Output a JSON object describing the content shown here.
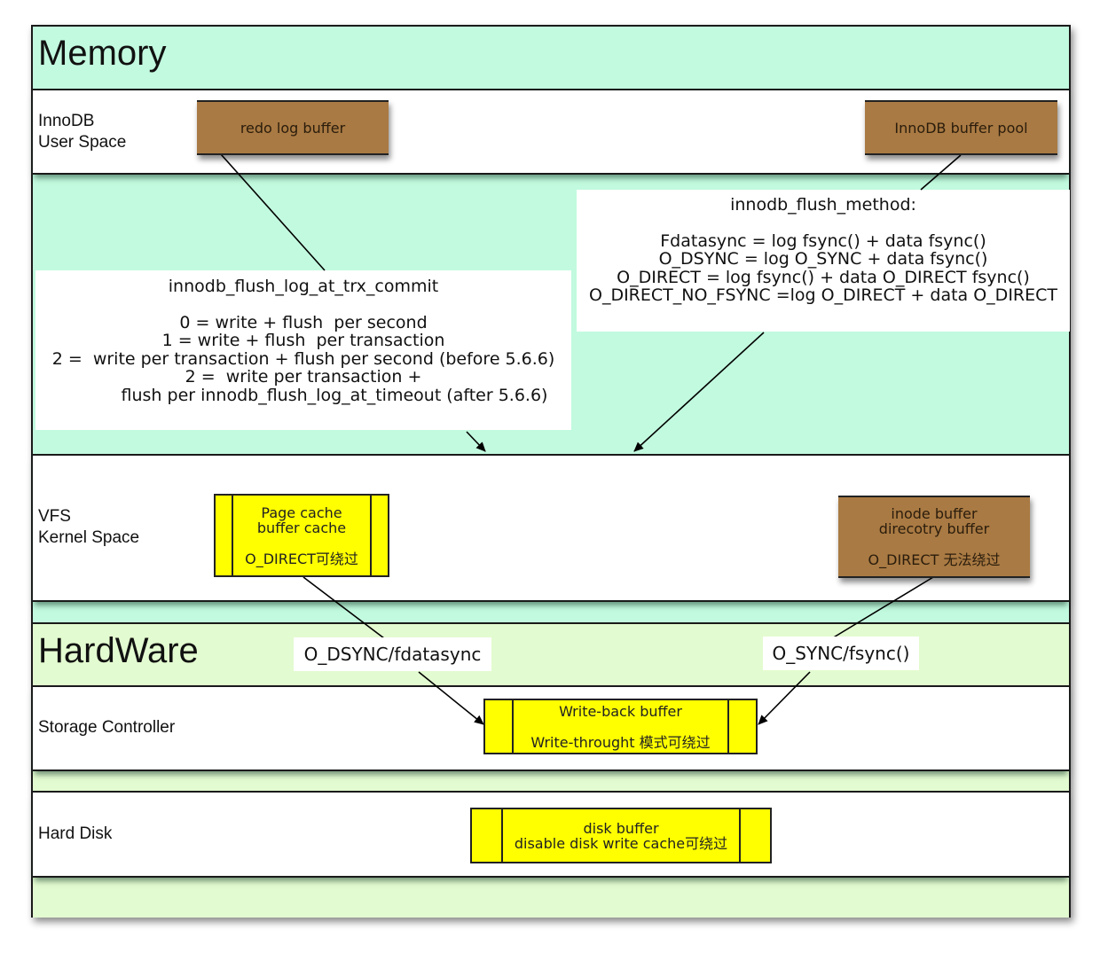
{
  "layers": {
    "memory": {
      "title": "Memory"
    },
    "innodb": {
      "line1": "InnoDB",
      "line2": "User Space"
    },
    "vfs": {
      "line1": "VFS",
      "line2": "Kernel Space"
    },
    "hardware": {
      "title": "HardWare"
    },
    "storage_controller": {
      "label": "Storage Controller"
    },
    "hard_disk": {
      "label": "Hard Disk"
    }
  },
  "boxes": {
    "redo_log_buffer": {
      "label": "redo log buffer"
    },
    "innodb_buffer_pool": {
      "label": "InnoDB buffer pool"
    },
    "page_cache": {
      "line1": "Page cache",
      "line2": "buffer cache",
      "line3": "O_DIRECT可绕过"
    },
    "inode_buffer": {
      "line1": "inode buffer",
      "line2": "direcotry buffer",
      "line3": "O_DIRECT 无法绕过"
    },
    "write_back_buffer": {
      "line1": "Write-back buffer",
      "line2": "Write-throught 模式可绕过"
    },
    "disk_buffer": {
      "line1": "disk buffer",
      "line2": "disable disk write cache可绕过"
    }
  },
  "notes": {
    "flush_log_at_trx_commit": {
      "title": "innodb_flush_log_at_trx_commit",
      "lines": [
        "0 = write + flush  per second",
        "1 = write + flush  per transaction",
        "2 =  write per transaction + flush per second (before 5.6.6)",
        "2 =  write per transaction +",
        "flush per innodb_flush_log_at_timeout (after 5.6.6)"
      ]
    },
    "flush_method": {
      "title": "innodb_flush_method:",
      "lines": [
        "Fdatasync = log fsync() + data fsync()",
        "O_DSYNC = log O_SYNC + data fsync()",
        "O_DIRECT = log fsync() + data O_DIRECT fsync()",
        "O_DIRECT_NO_FSYNC =log O_DIRECT + data O_DIRECT"
      ]
    },
    "o_dsync": {
      "label": "O_DSYNC/fdatasync"
    },
    "o_sync": {
      "label": "O_SYNC/fsync()"
    }
  },
  "colors": {
    "memory_bg": "#c2fadf",
    "hardware_bg": "#e3fbd0",
    "user_buffer": "#a97a43",
    "kernel_buffer": "#ffff00"
  }
}
